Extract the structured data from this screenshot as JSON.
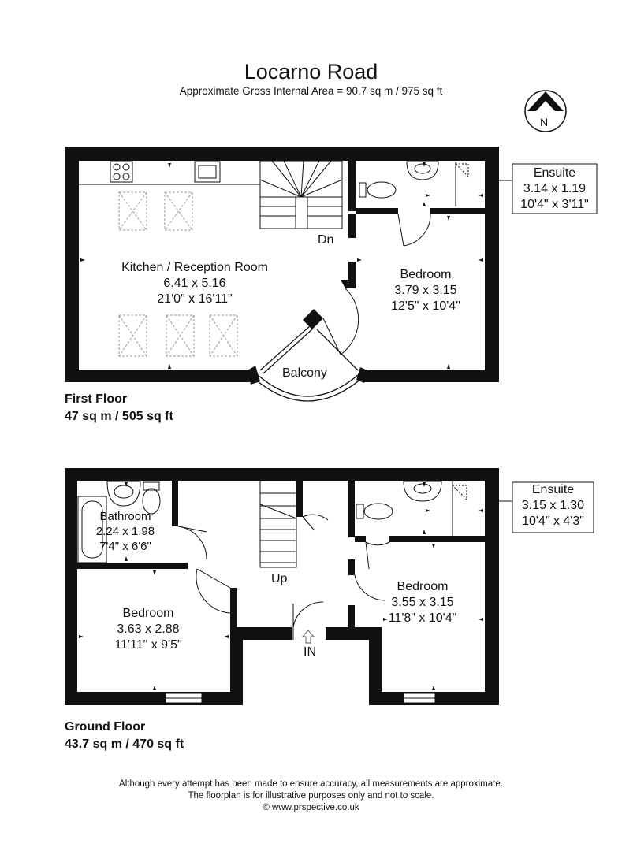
{
  "header": {
    "title": "Locarno Road",
    "subtitle": "Approximate Gross Internal Area = 90.7 sq m / 975 sq ft",
    "compass": "N"
  },
  "first_floor": {
    "label": "First Floor",
    "area": "47 sq m / 505 sq ft",
    "kitchen": {
      "name": "Kitchen / Reception Room",
      "metric": "6.41 x 5.16",
      "imperial": "21'0\" x 16'11\""
    },
    "bedroom": {
      "name": "Bedroom",
      "metric": "3.79 x 3.15",
      "imperial": "12'5\" x 10'4\""
    },
    "ensuite": {
      "name": "Ensuite",
      "metric": "3.14 x 1.19",
      "imperial": "10'4\" x 3'11\""
    },
    "balcony": "Balcony",
    "stairs": "Dn"
  },
  "ground_floor": {
    "label": "Ground Floor",
    "area": "43.7 sq m / 470 sq ft",
    "bathroom": {
      "name": "Bathroom",
      "metric": "2.24 x 1.98",
      "imperial": "7'4\" x 6'6\""
    },
    "bedroom_left": {
      "name": "Bedroom",
      "metric": "3.63 x 2.88",
      "imperial": "11'11\" x 9'5\""
    },
    "bedroom_right": {
      "name": "Bedroom",
      "metric": "3.55 x 3.15",
      "imperial": "11'8\" x 10'4\""
    },
    "ensuite": {
      "name": "Ensuite",
      "metric": "3.15 x 1.30",
      "imperial": "10'4\" x 4'3\""
    },
    "stairs": "Up",
    "entrance": "IN"
  },
  "footer": {
    "line1": "Although every attempt has been made to ensure accuracy, all measurements are approximate.",
    "line2": "The floorplan is for illustrative purposes only and not to scale.",
    "line3": "© www.prspective.co.uk"
  }
}
